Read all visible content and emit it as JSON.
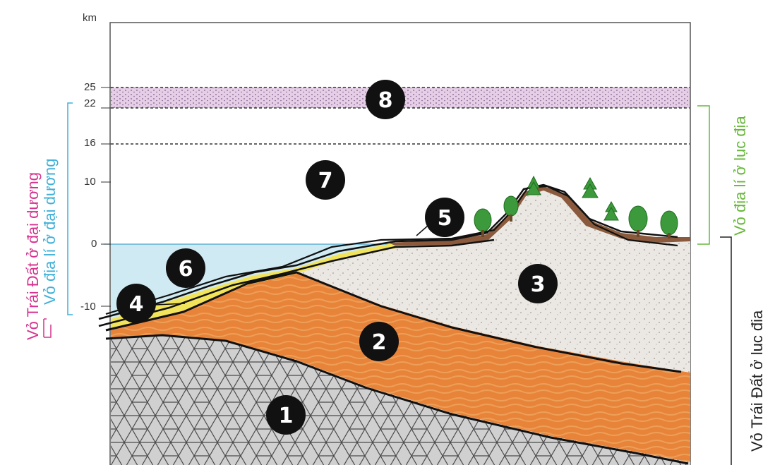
{
  "axis": {
    "unit": "km",
    "ticks": [
      "25",
      "22",
      "16",
      "10",
      "0",
      "-10"
    ]
  },
  "labels": {
    "oceanic_crust": "Vỏ Trái Đất ở đại dương",
    "oceanic_geo": "Vỏ địa lí ở đại dương",
    "continental_geo": "Vỏ địa lí ở lục địa",
    "continental_crust": "Vỏ Trái Đất ở lục địa"
  },
  "markers": [
    "1",
    "2",
    "3",
    "4",
    "5",
    "6",
    "7",
    "8"
  ],
  "colors": {
    "oceanic_crust": "#d6338f",
    "oceanic_geo": "#3fb0d8",
    "continental_geo": "#67b83a",
    "continental_crust": "#222222",
    "ozone_band": "#cfa8d8",
    "sea": "#cfeaf3",
    "sediment": "#f2e45a",
    "granite": "#e9e5e1",
    "basalt_layer": "#e8843a",
    "mantle": "#c9c9c9"
  }
}
